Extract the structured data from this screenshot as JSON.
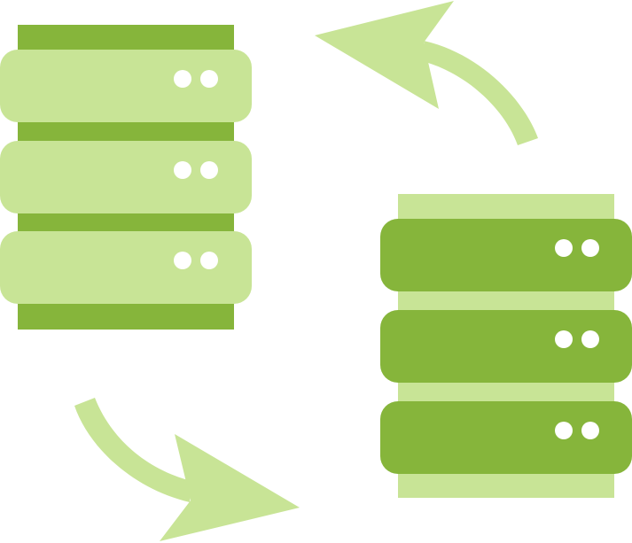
{
  "illustration": {
    "subject": "server-sync-icon",
    "colors": {
      "dark_green": "#86b53b",
      "light_green": "#c8e496",
      "dot": "#ffffff"
    },
    "servers": [
      {
        "name": "left-server",
        "units": 3,
        "frame_color": "dark_green",
        "unit_color": "light_green"
      },
      {
        "name": "right-server",
        "units": 3,
        "frame_color": "light_green",
        "unit_color": "dark_green"
      }
    ],
    "arrows": [
      {
        "name": "arrow-to-left-server",
        "direction": "right-to-left"
      },
      {
        "name": "arrow-to-right-server",
        "direction": "left-to-right"
      }
    ]
  }
}
